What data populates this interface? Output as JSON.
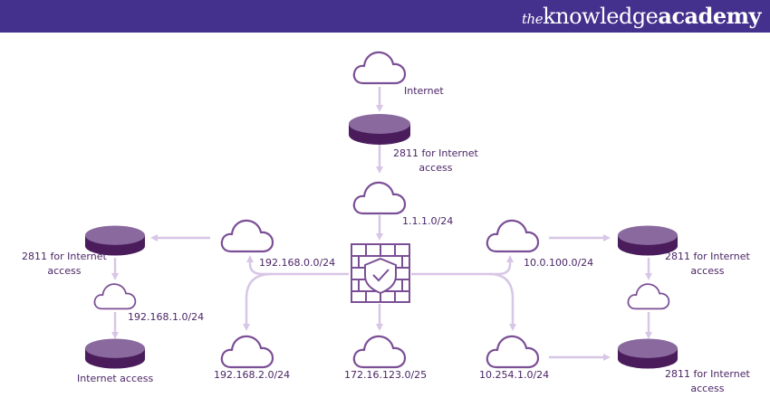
{
  "header": {
    "brand_prefix": "the",
    "brand_main": "knowledge",
    "brand_suffix": "academy",
    "background": "#44318d"
  },
  "colors": {
    "outline": "#7b4f96",
    "connector": "#d8c6e6",
    "router_top": "#8a6a9e",
    "router_side": "#4a1c5c",
    "text": "#4b2566"
  },
  "nodes": {
    "internet_cloud": {
      "label": "Internet"
    },
    "core_router": {
      "label_line1": "2811 for Internet",
      "label_line2": "access"
    },
    "edge_cloud": {
      "label": "1.1.1.0/24"
    },
    "firewall": {
      "label": ""
    },
    "left_cloud_top": {
      "label": "192.168.0.0/24"
    },
    "left_router": {
      "label_line1": "2811 for Internet",
      "label_line2": "access"
    },
    "left_small_cloud": {
      "label": "192.168.1.0/24"
    },
    "left_bottom_router": {
      "label": "Internet access"
    },
    "left_cloud_bottom": {
      "label": "192.168.2.0/24"
    },
    "center_cloud_bottom": {
      "label": "172.16.123.0/25"
    },
    "right_cloud_top": {
      "label": "10.0.100.0/24"
    },
    "right_router": {
      "label_line1": "2811 for Internet",
      "label_line2": "access"
    },
    "right_small_cloud": {
      "label": ""
    },
    "right_cloud_bottom": {
      "label": "10.254.1.0/24"
    },
    "right_bottom_router": {
      "label_line1": "2811 for Internet",
      "label_line2": "access"
    }
  }
}
